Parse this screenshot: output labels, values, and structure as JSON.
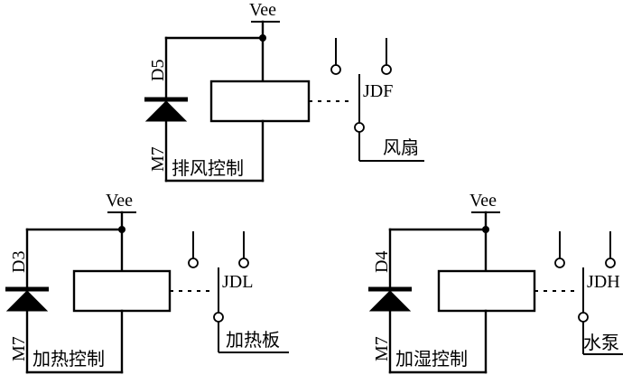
{
  "circuits": [
    {
      "supply_label": "Vee",
      "diode_label": "D5",
      "module_label": "M7",
      "control_label": "排风控制",
      "relay_label": "JDF",
      "load_label": "风扇"
    },
    {
      "supply_label": "Vee",
      "diode_label": "D3",
      "module_label": "M7",
      "control_label": "加热控制",
      "relay_label": "JDL",
      "load_label": "加热板"
    },
    {
      "supply_label": "Vee",
      "diode_label": "D4",
      "module_label": "M7",
      "control_label": "加湿控制",
      "relay_label": "JDH",
      "load_label": "水泵"
    }
  ]
}
